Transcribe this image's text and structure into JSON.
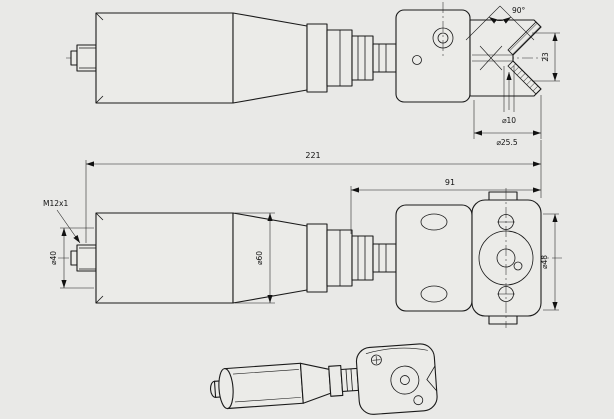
{
  "canvas": {
    "background": "#e9e9e7",
    "line_color": "#1a1a1a"
  },
  "dimensions": {
    "angle": "90°",
    "cut_width": "23",
    "pilot_diameter": "⌀10",
    "cutter_diameter": "⌀25.5",
    "overall_length": "221",
    "head_length": "91",
    "thread": "M12x1",
    "shank_diameter": "⌀40",
    "body_diameter": "⌀60",
    "head_diameter": "⌀48"
  }
}
